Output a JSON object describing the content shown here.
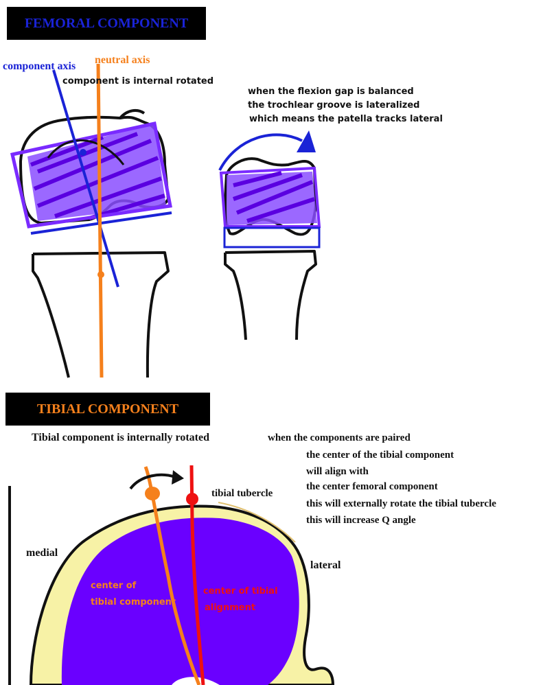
{
  "femoral": {
    "banner": "FEMORAL COMPONENT",
    "component_axis": "component axis",
    "neutral_axis": "neutral axis",
    "internal_note": "component is internal rotated",
    "flexion_notes": [
      "when the flexion gap is balanced",
      "the trochlear groove is lateralized",
      "which means the patella tracks lateral"
    ]
  },
  "tibial": {
    "banner": "TIBIAL COMPONENT",
    "heading": "Tibial component is internally rotated",
    "notes": [
      "when the  components are paired",
      "the center of the tibial component",
      "will align with",
      "the center femoral component",
      "this will externally rotate the tibial tubercle",
      "this will increase Q angle"
    ],
    "tubercle_label": "tibial tubercle",
    "medial_label": "medial",
    "lateral_label": "lateral",
    "center_component_label": [
      "center of",
      "tibial component"
    ],
    "center_alignment_label": [
      "center of tibial",
      "alignment"
    ]
  },
  "colors": {
    "blue": "#1a23d6",
    "orange": "#f5801c",
    "purple": "#6a00ff",
    "red": "#ee1111",
    "cream": "#f7f2a6"
  }
}
